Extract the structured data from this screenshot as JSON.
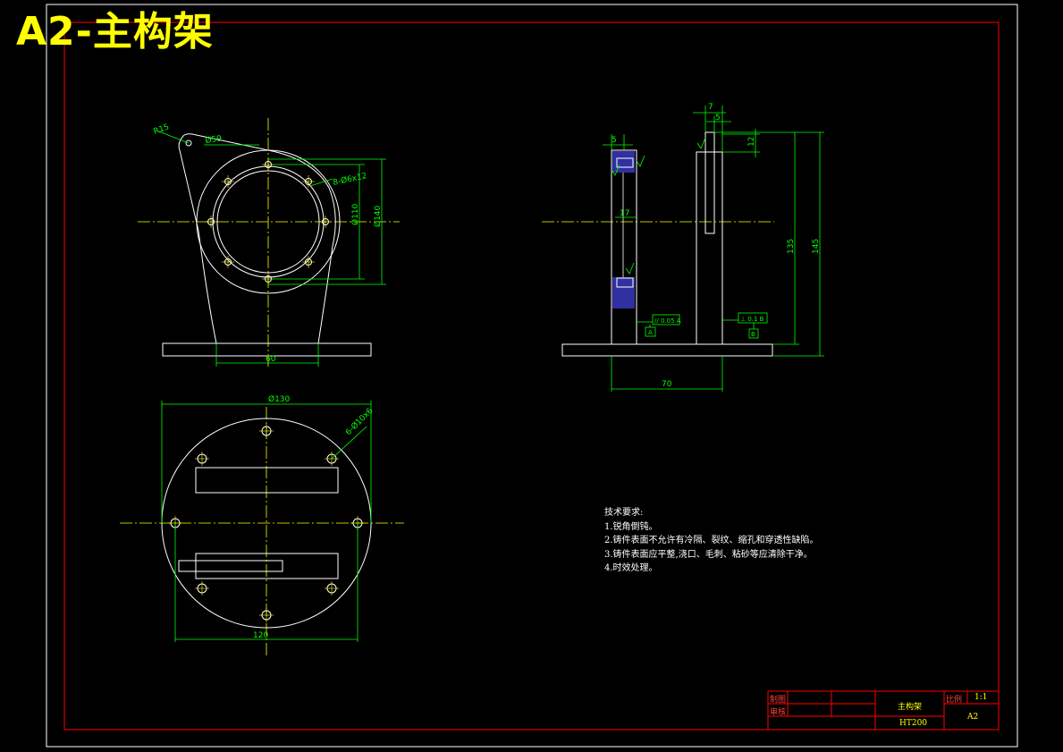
{
  "sheet_title": "A2-主构架",
  "front_view": {
    "dims": {
      "r15": "R15",
      "d59": "Ø59",
      "holes": "8-Ø6x12",
      "d110": "Ø110",
      "d140": "Ø140",
      "w60": "60"
    }
  },
  "bottom_view": {
    "dims": {
      "d130": "Ø130",
      "holes": "6-Ø10x6",
      "w120": "120"
    }
  },
  "side_view": {
    "dims": {
      "d7": "7",
      "d5a": "5",
      "d5b": "5",
      "d12": "12",
      "d17": "17",
      "h135": "135",
      "h145": "145",
      "w70": "70"
    },
    "tolerance_parallel": "// 0.05 A",
    "tolerance_perp": "⊥ 0.1 B",
    "datum_a": "A",
    "datum_b": "B"
  },
  "tech_requirements": {
    "heading": "技术要求:",
    "items": [
      "1.锐角倒钝。",
      "2.铸件表面不允许有冷隔、裂纹、缩孔和穿透性缺陷。",
      "3.铸件表面应平整,浇口、毛刺、粘砂等应清除干净。",
      "4.时效处理。"
    ]
  },
  "title_block": {
    "drawn": "制图",
    "checked": "审核",
    "part_name": "主构架",
    "scale_label": "比例",
    "scale_value": "1:1",
    "material": "HT200",
    "drawing_no": "A2"
  }
}
